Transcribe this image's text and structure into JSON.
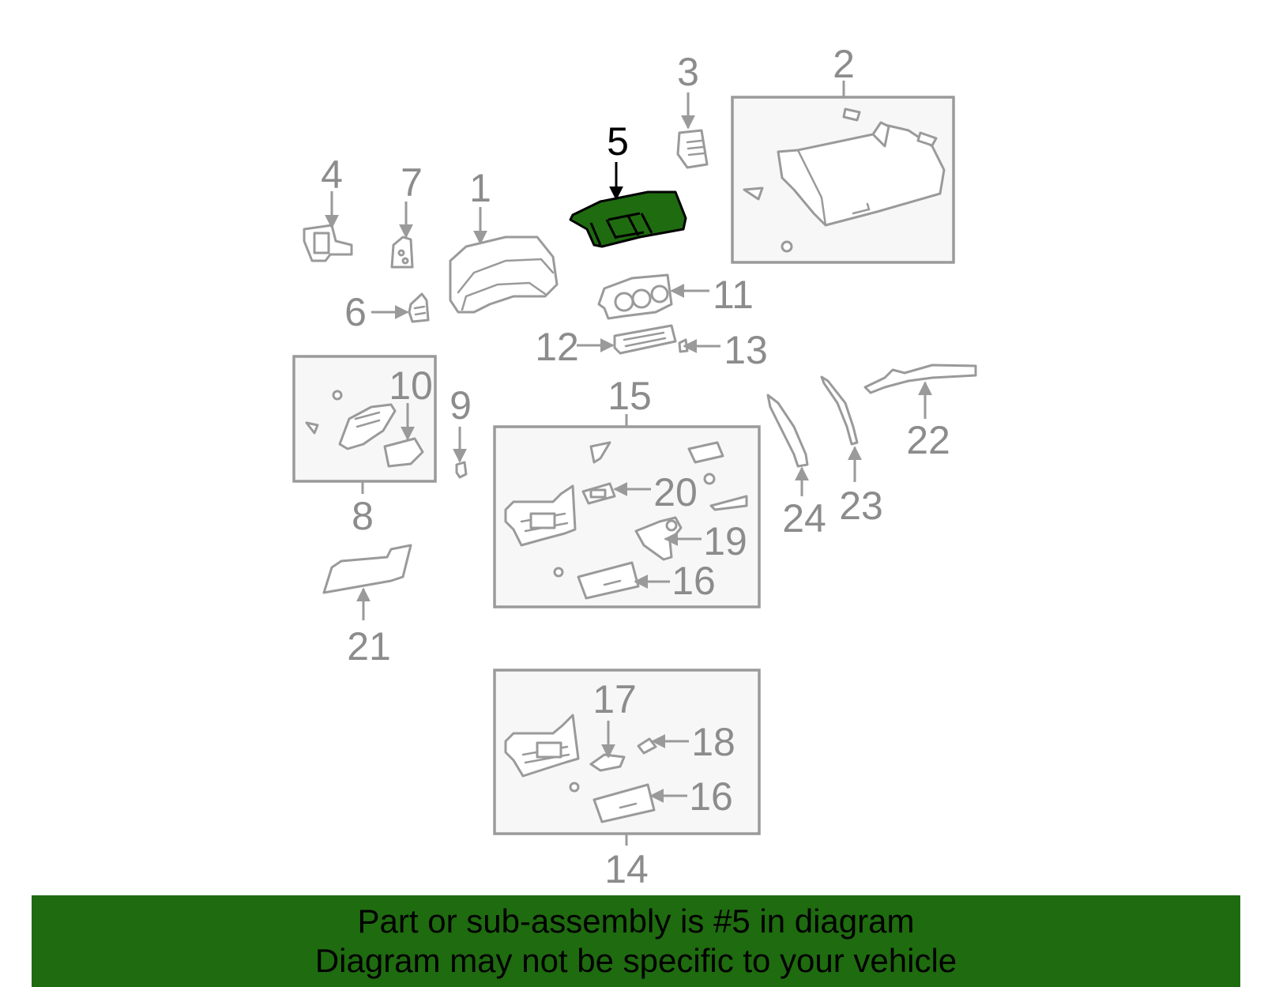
{
  "callouts": {
    "c1": "1",
    "c2": "2",
    "c3": "3",
    "c4": "4",
    "c5": "5",
    "c6": "6",
    "c7": "7",
    "c8": "8",
    "c9": "9",
    "c10": "10",
    "c11": "11",
    "c12": "12",
    "c13": "13",
    "c14": "14",
    "c15": "15",
    "c16a": "16",
    "c16b": "16",
    "c17": "17",
    "c18": "18",
    "c19": "19",
    "c20": "20",
    "c21": "21",
    "c22": "22",
    "c23": "23",
    "c24": "24"
  },
  "highlight": {
    "part_number": "5",
    "color": "#1f6b10"
  },
  "banner": {
    "line1": "Part or sub-assembly is #5 in diagram",
    "line2": "Diagram may not be specific to your vehicle",
    "background": "#1f6b10"
  }
}
